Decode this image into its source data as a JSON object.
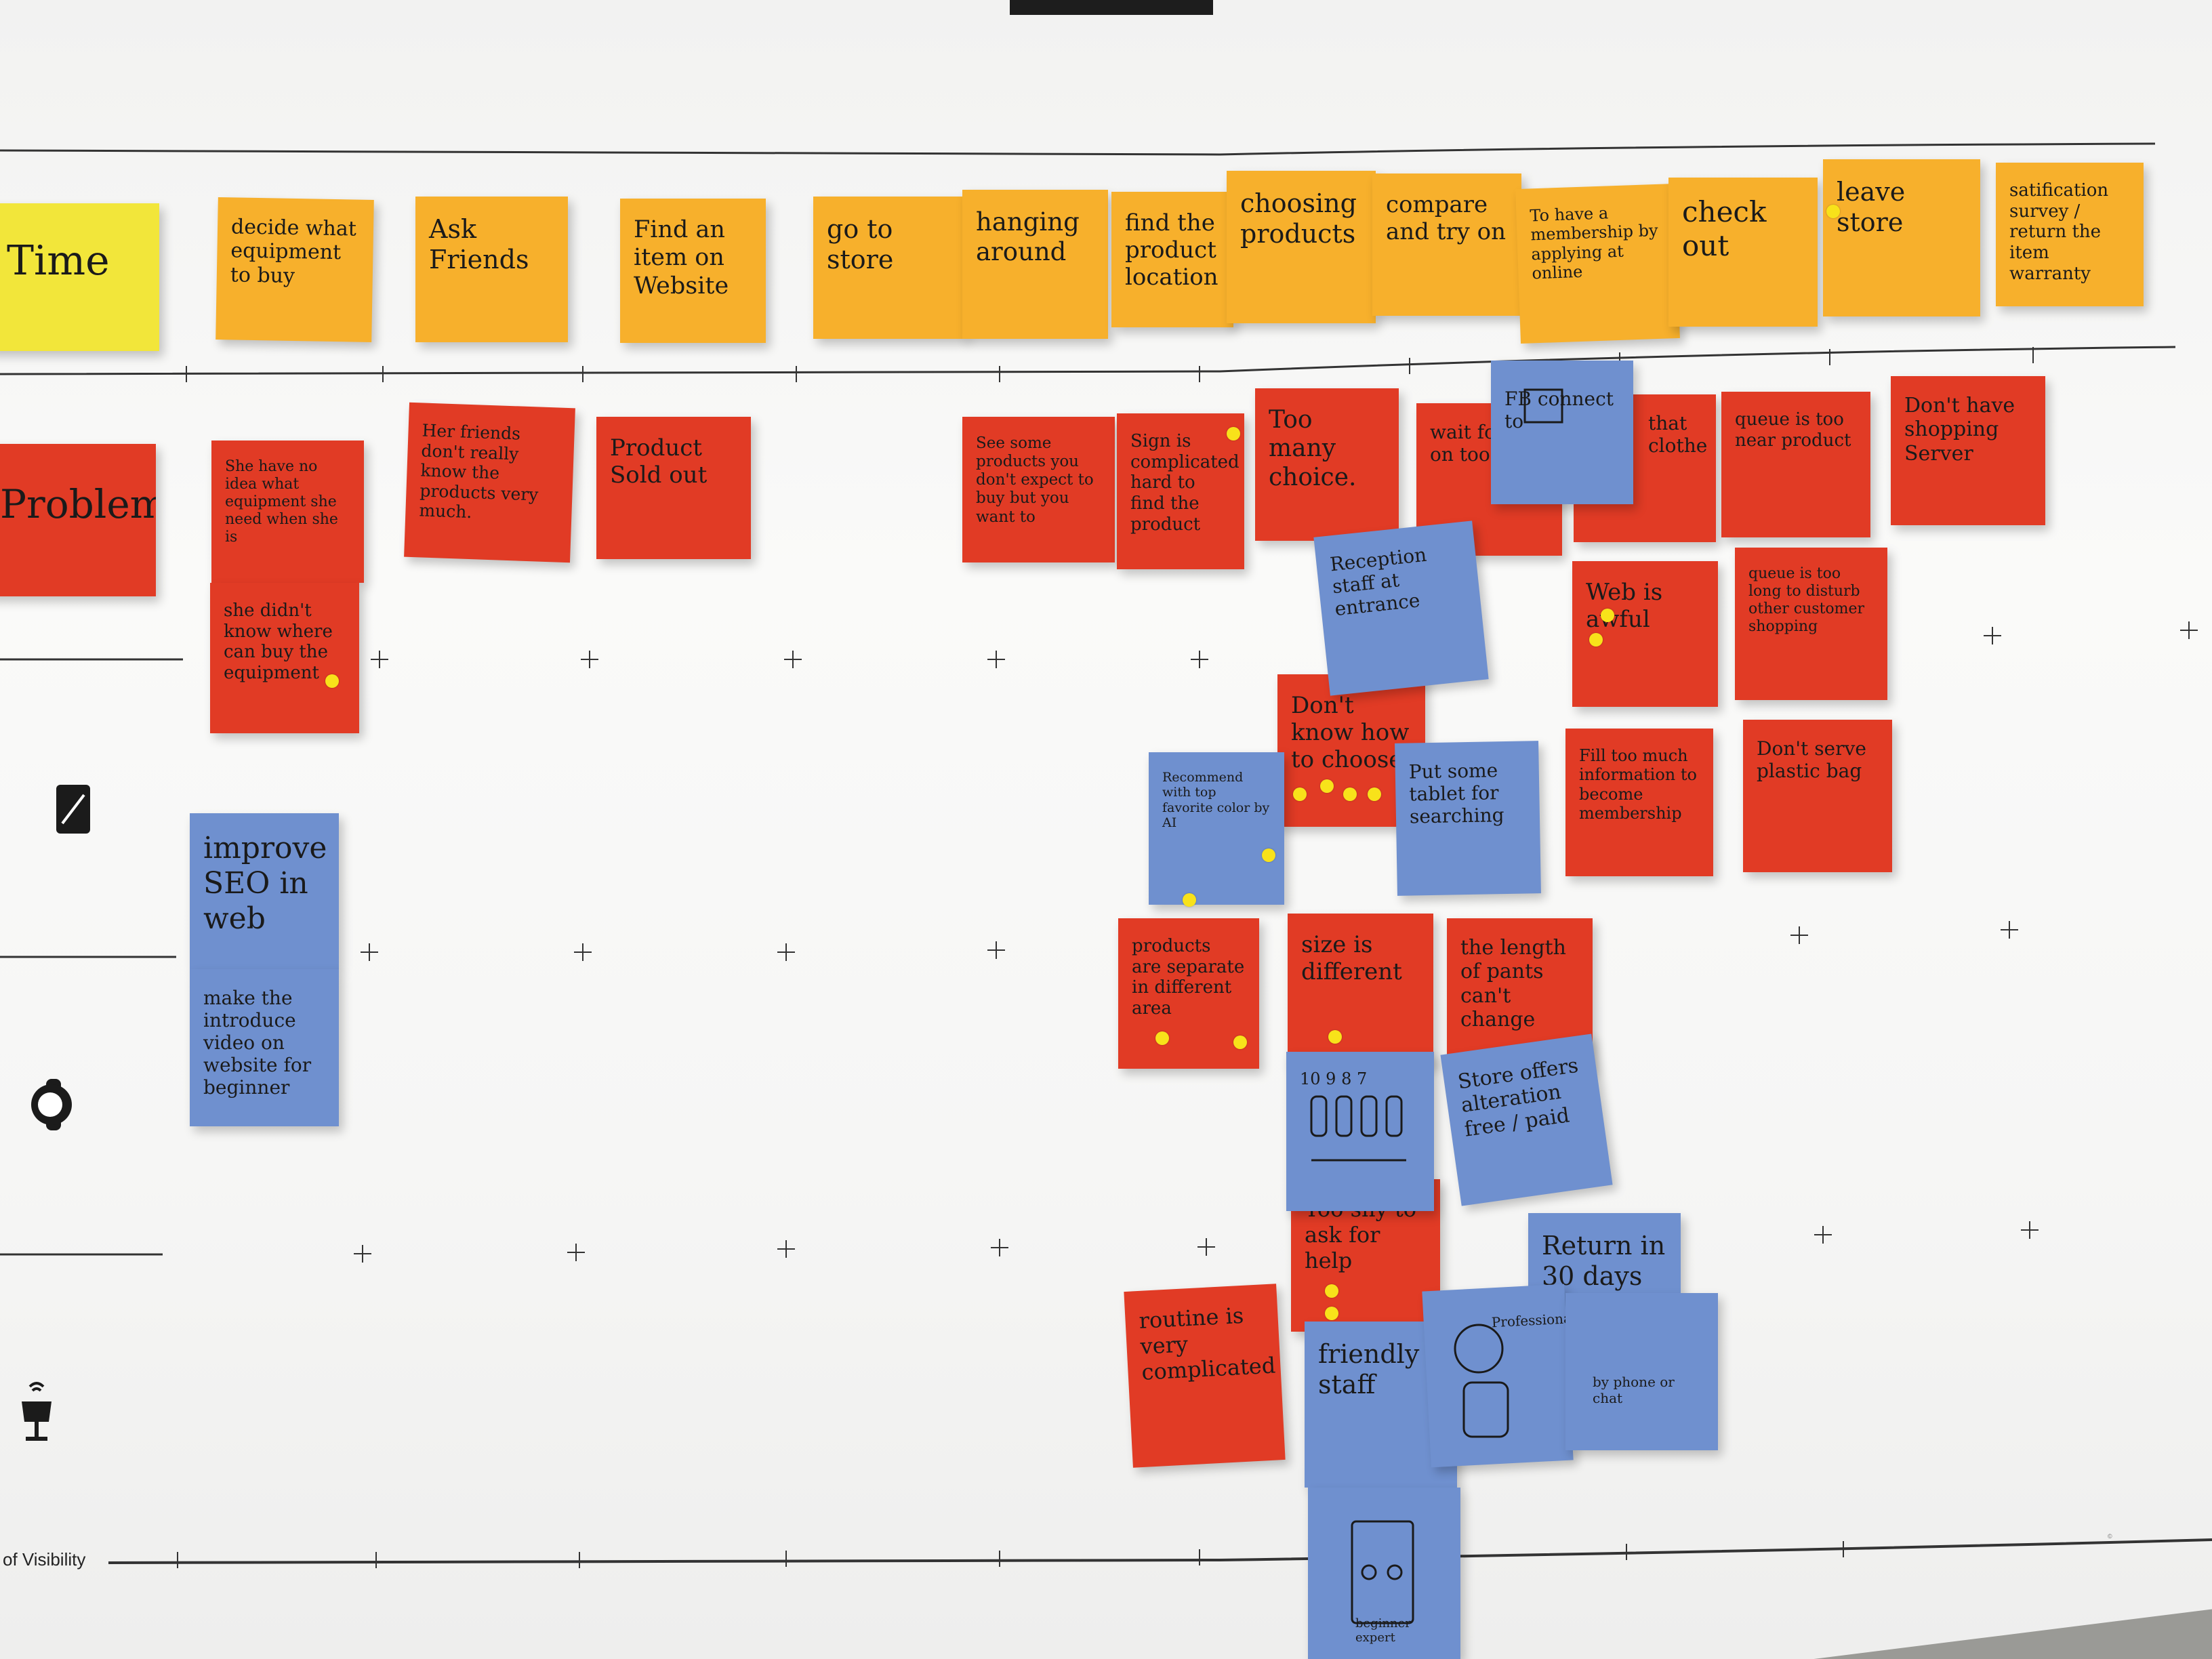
{
  "board": {
    "colors": {
      "paper": "#f5f5f4",
      "yellow": "#f2e63a",
      "orange": "#f7b02c",
      "red": "#e13b25",
      "blue": "#6f90cf",
      "dot": "#f8e21a"
    },
    "row_labels": {
      "time": "Time",
      "problem": "Problem"
    },
    "footer_label": "of Visibility",
    "lane_icons": [
      "tablet-icon",
      "watch-icon",
      "smart-lamp-icon"
    ]
  },
  "steps": [
    "decide what equipment to buy",
    "Ask Friends",
    "Find an item on Website",
    "go to store",
    "hanging around",
    "find the product location",
    "choosing products",
    "compare and try on",
    "To have a membership by applying at online",
    "check out",
    "leave store",
    "satification survey / return the item warranty"
  ],
  "problems": [
    "She have no idea what equipment she need when she is",
    "she didn't know where can buy the equipment",
    "Her friends don't really know the products very much.",
    "Product Sold out",
    "See some products you don't expect to buy but you want to",
    "Sign is complicated hard to find the product",
    "Too many choice.",
    "wait for try on too long",
    "that clothe",
    "queue is too near product",
    "Don't have shopping Server",
    "Web is awful",
    "queue is too long to disturb other customer shopping",
    "Don't know how to choose",
    "Fill too much information to become membership",
    "Don't serve plastic bag",
    "products are separate in different area",
    "size is different",
    "the length of pants can't change",
    "Too shy to ask for help",
    "routine is very complicated"
  ],
  "ideas": [
    "FB connect to",
    "Reception staff at entrance",
    "improve SEO in web",
    "make the introduce video on website for beginner",
    "Recommend with top favorite color by AI",
    "Put some tablet for searching",
    "10 9 8 7",
    "Store offers alteration free / paid",
    "Return in 30 days",
    "friendly staff",
    "Professional",
    "by phone or chat",
    "beginner expert"
  ]
}
